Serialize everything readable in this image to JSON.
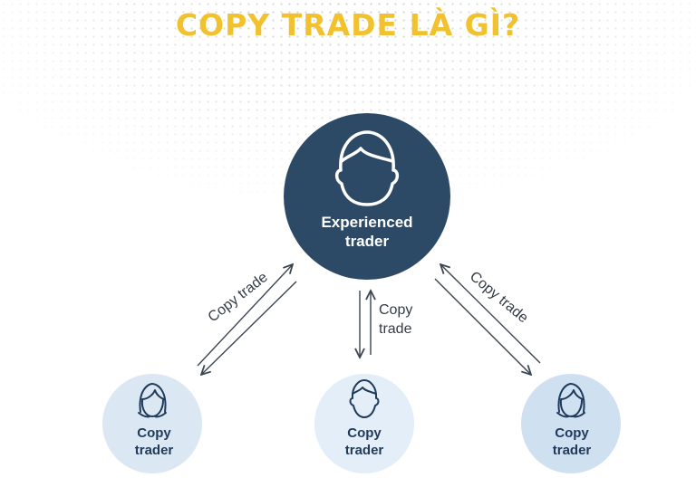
{
  "title": "COPY TRADE LÀ GÌ?",
  "experienced_trader": {
    "line1": "Experienced",
    "line2": "trader",
    "color": "#2c4a66"
  },
  "copy_traders": [
    {
      "line1": "Copy",
      "line2": "trader",
      "color": "#dbe8f4"
    },
    {
      "line1": "Copy",
      "line2": "trader",
      "color": "#e3eef8"
    },
    {
      "line1": "Copy",
      "line2": "trader",
      "color": "#cfe0f1"
    }
  ],
  "edges": {
    "left_label": "Copy trade",
    "right_label": "Copy trade",
    "middle_label_line1": "Copy",
    "middle_label_line2": "trade"
  },
  "colors": {
    "title": "#f2c12e",
    "arrow": "#3b4450",
    "icon_dark": "#1f3a5a"
  }
}
